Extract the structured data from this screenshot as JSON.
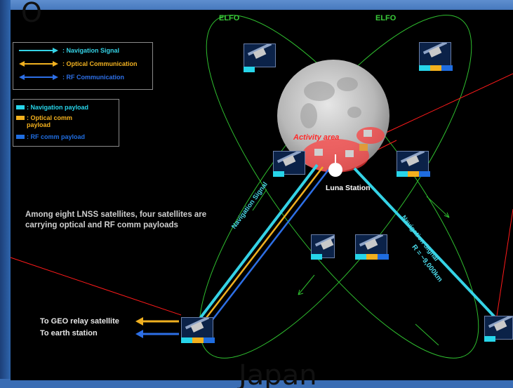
{
  "corner_letter": "O",
  "footer_text": "Japan",
  "signal_legend": [
    {
      "label": ": Navigation Signal",
      "color": "#35d3e6",
      "double": false
    },
    {
      "label": ": Optical Communication",
      "color": "#f0b020",
      "double": true
    },
    {
      "label": ": RF Communication",
      "color": "#2d6fe6",
      "double": true
    }
  ],
  "payload_legend": [
    {
      "label": ": Navigation payload",
      "color": "#27d5ea"
    },
    {
      "label": ": Optical comm payload",
      "color": "#f2b01e"
    },
    {
      "label": ": RF comm payload",
      "color": "#1f6de0"
    }
  ],
  "note": "Among eight LNSS satellites, four satellites are carrying optical and RF comm payloads",
  "relay": {
    "geo": "To GEO relay satellite",
    "earth": "To earth station"
  },
  "orbit_labels": {
    "left": "ELFO",
    "right": "ELFO"
  },
  "moon_labels": {
    "activity": "Activity area",
    "station": "Luna Station"
  },
  "link_labels": {
    "nav_left": "Navigation Signal",
    "nav_right": "Navigation Signal",
    "range": "R = ~9,000km"
  },
  "colors": {
    "nav": "#35d3e6",
    "optical": "#f0b020",
    "rf": "#2d6fe6",
    "orbit": "#2fbf2f",
    "activity": "#ff2a2a",
    "background": "#000000",
    "frame": "#2e63a8"
  },
  "satellites": [
    {
      "id": "sat-top-left",
      "payloads": [
        "nav"
      ]
    },
    {
      "id": "sat-top-right",
      "payloads": [
        "nav",
        "optical",
        "rf"
      ]
    },
    {
      "id": "sat-moon-left",
      "payloads": [
        "nav"
      ]
    },
    {
      "id": "sat-moon-right",
      "payloads": [
        "nav",
        "optical",
        "rf"
      ]
    },
    {
      "id": "sat-mid-1",
      "payloads": [
        "nav"
      ]
    },
    {
      "id": "sat-mid-2",
      "payloads": [
        "nav",
        "optical",
        "rf"
      ]
    },
    {
      "id": "sat-bottom-left",
      "payloads": [
        "nav",
        "optical",
        "rf"
      ]
    },
    {
      "id": "sat-bottom-right",
      "payloads": [
        "nav"
      ]
    }
  ]
}
